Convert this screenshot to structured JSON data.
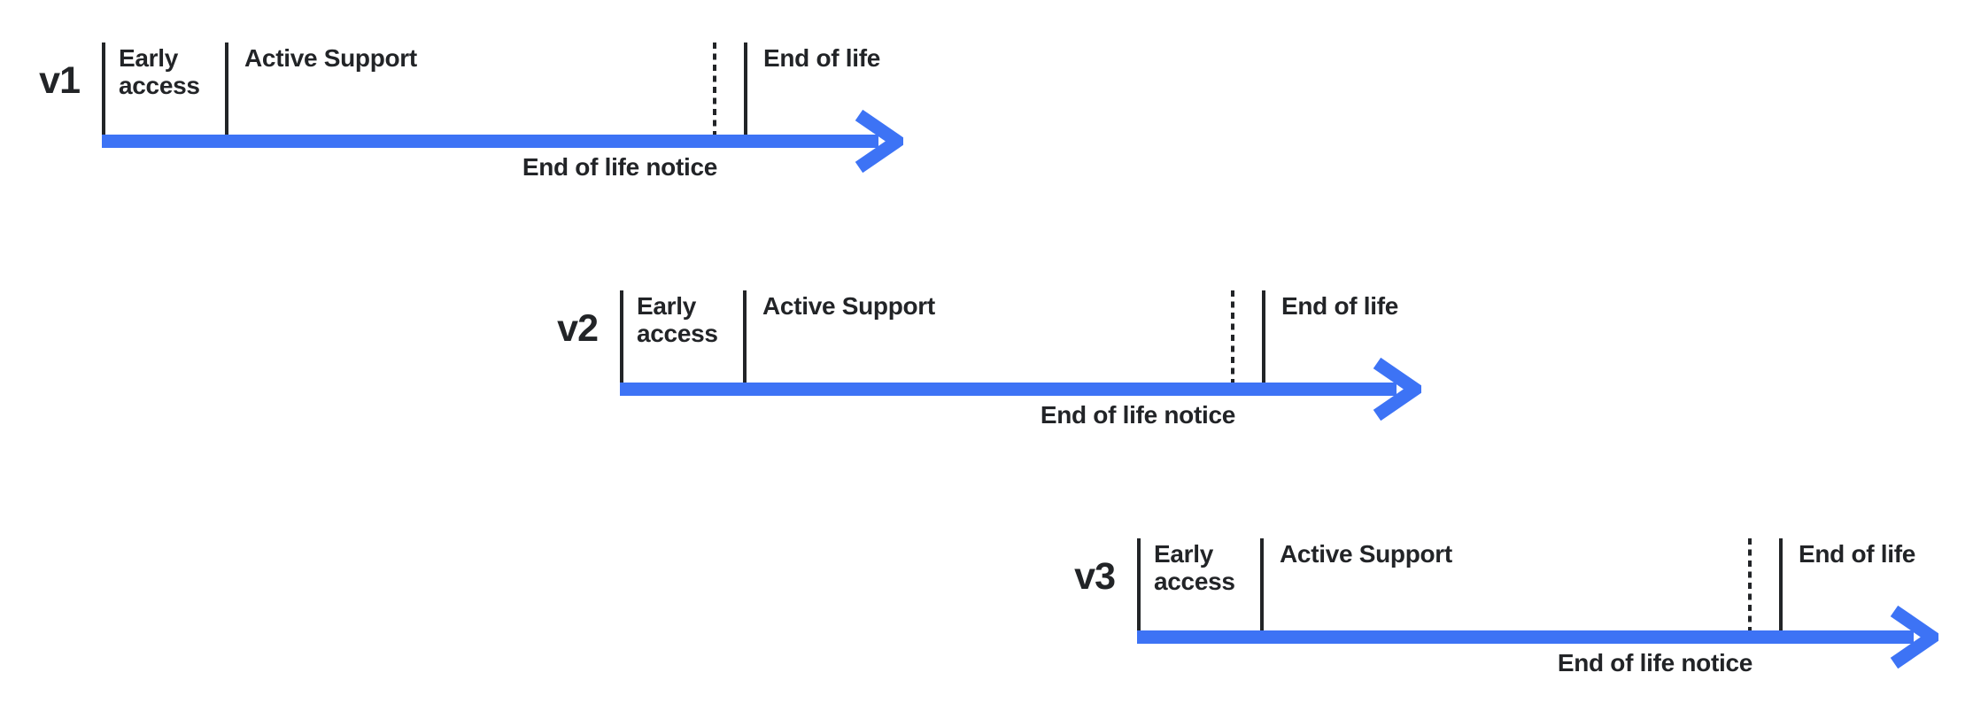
{
  "diagram": {
    "type": "version-lifecycle-timelines",
    "colors": {
      "ink": "#222427",
      "arrow": "#3D73F5",
      "background": "#FFFFFF"
    },
    "timelines": [
      {
        "version": "v1",
        "labels": {
          "early_access": "Early access",
          "active_support": "Active Support",
          "end_of_life": "End of life",
          "eol_notice": "End of life notice"
        }
      },
      {
        "version": "v2",
        "labels": {
          "early_access": "Early access",
          "active_support": "Active Support",
          "end_of_life": "End of life",
          "eol_notice": "End of life notice"
        }
      },
      {
        "version": "v3",
        "labels": {
          "early_access": "Early access",
          "active_support": "Active Support",
          "end_of_life": "End of life",
          "eol_notice": "End of life notice"
        }
      }
    ]
  }
}
